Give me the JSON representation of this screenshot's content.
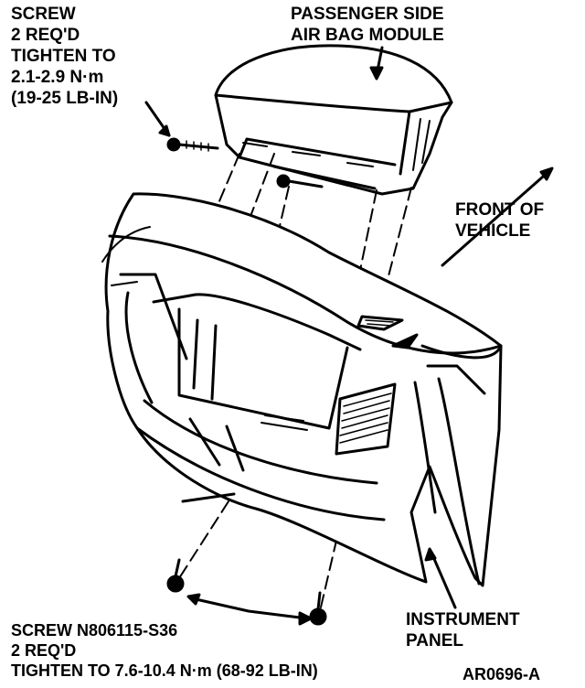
{
  "callouts": {
    "top_screw": {
      "lines": [
        "SCREW",
        "2 REQ'D",
        "TIGHTEN TO",
        "2.1-2.9 N·m",
        "(19-25 LB-IN)"
      ]
    },
    "air_bag_module": {
      "lines": [
        "PASSENGER SIDE",
        "AIR BAG MODULE"
      ]
    },
    "front_of_vehicle": {
      "lines": [
        "FRONT OF",
        "VEHICLE"
      ]
    },
    "instrument_panel": {
      "lines": [
        "INSTRUMENT",
        "PANEL"
      ]
    },
    "bottom_screw": {
      "lines": [
        "SCREW N806115-S36",
        "2 REQ'D",
        "TIGHTEN TO 7.6-10.4 N·m (68-92 LB-IN)"
      ]
    },
    "figure_code": "AR0696-A"
  }
}
